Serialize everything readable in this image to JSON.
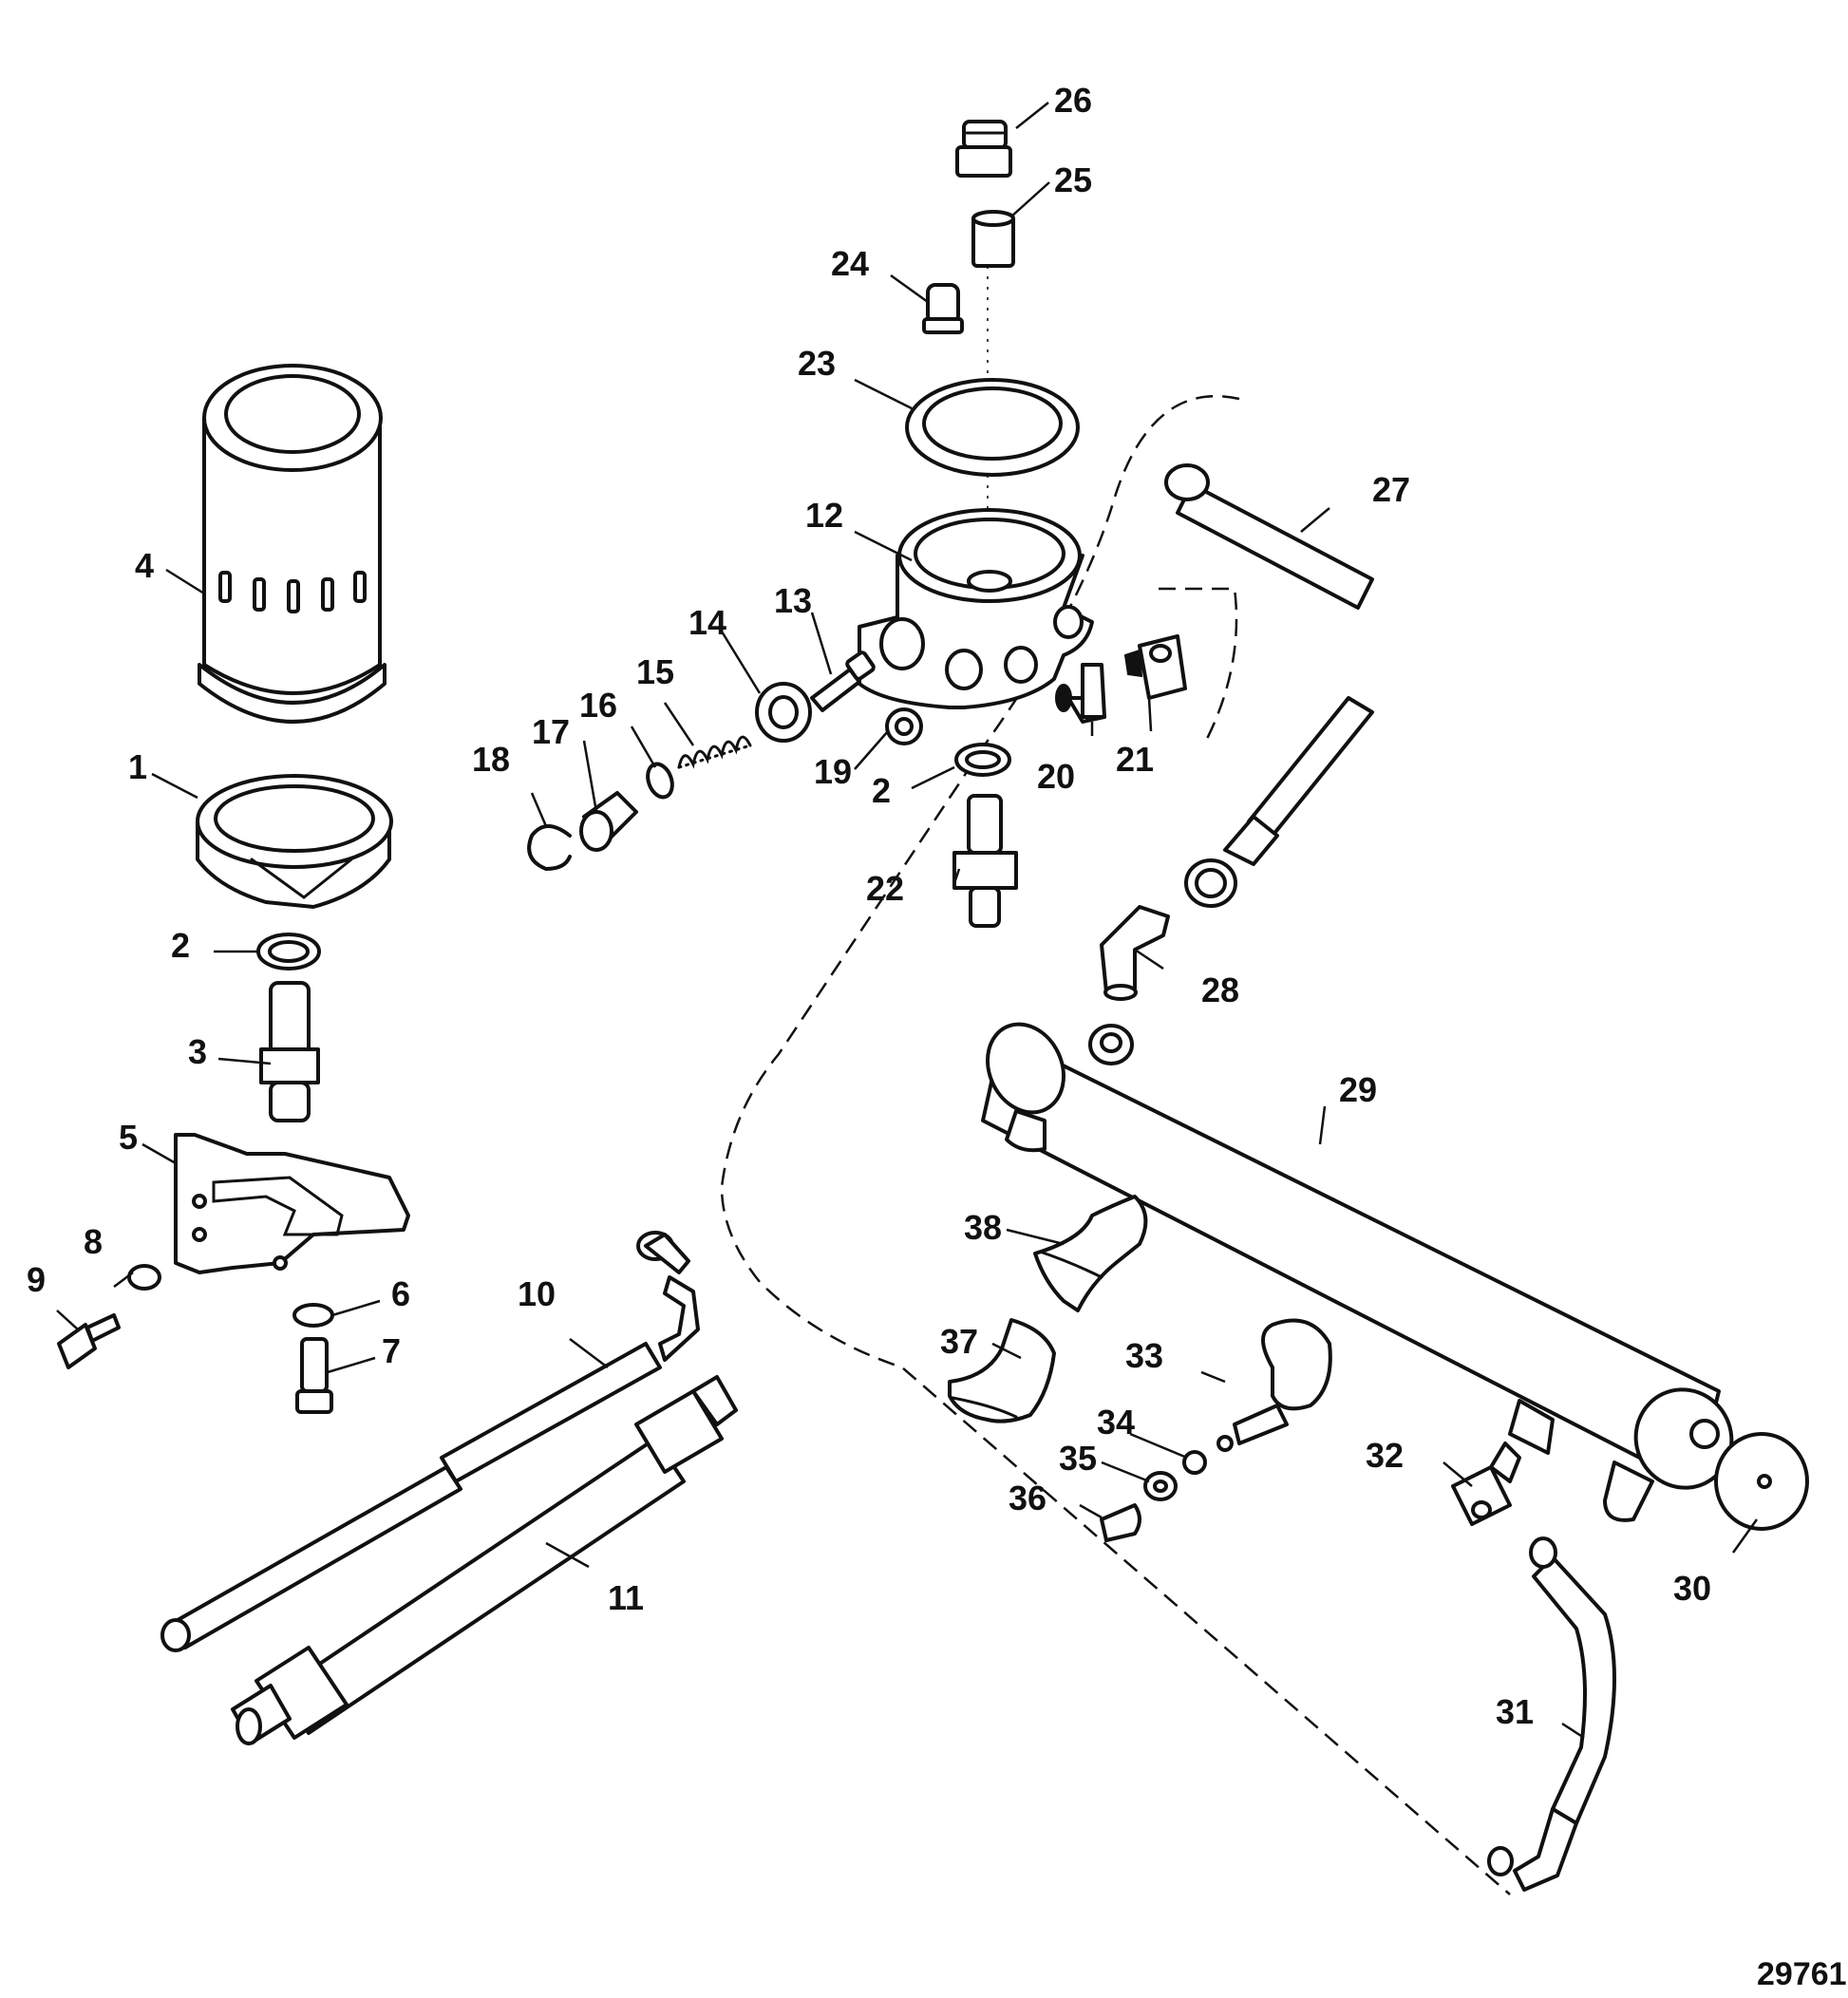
{
  "callouts": {
    "c1": "1",
    "c2a": "2",
    "c2b": "2",
    "c3": "3",
    "c4": "4",
    "c5": "5",
    "c6": "6",
    "c7": "7",
    "c8": "8",
    "c9": "9",
    "c10": "10",
    "c11": "11",
    "c12": "12",
    "c13": "13",
    "c14": "14",
    "c15": "15",
    "c16": "16",
    "c17": "17",
    "c18": "18",
    "c19": "19",
    "c20": "20",
    "c21": "21",
    "c22": "22",
    "c23": "23",
    "c24": "24",
    "c25": "25",
    "c26": "26",
    "c27": "27",
    "c28": "28",
    "c29": "29",
    "c30": "30",
    "c31": "31",
    "c32": "32",
    "c33": "33",
    "c34": "34",
    "c35": "35",
    "c36": "36",
    "c37": "37",
    "c38": "38"
  },
  "drawing_number": "29761"
}
